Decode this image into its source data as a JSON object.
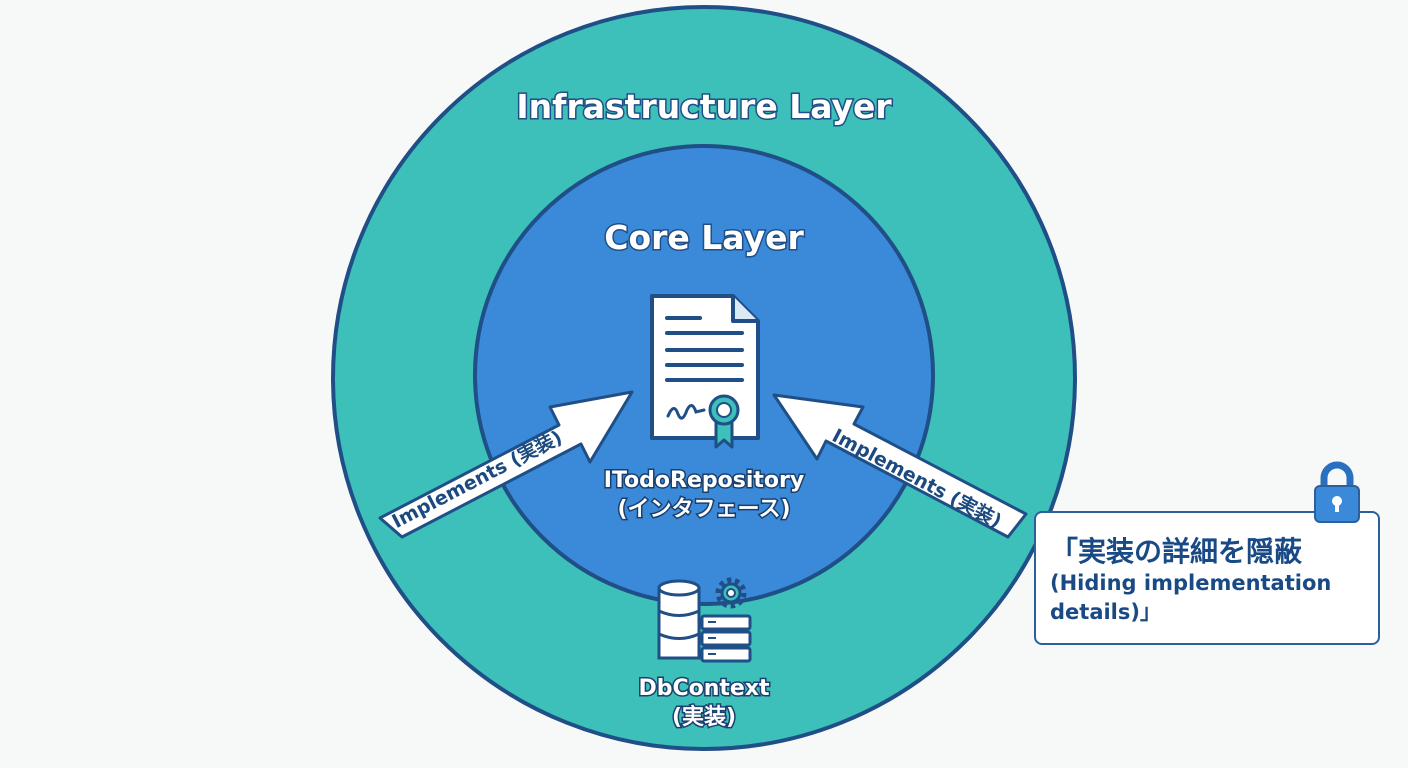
{
  "layers": {
    "outer": {
      "title": "Infrastructure Layer",
      "color": "#3dbfba"
    },
    "inner": {
      "title": "Core Layer",
      "color": "#3a8ad9"
    },
    "border_color": "#1f4f86"
  },
  "interface": {
    "icon": "contract-document-icon",
    "name": "ITodoRepository",
    "kind": "(インタフェース)"
  },
  "implementation": {
    "icon": "database-gear-icon",
    "name": "DbContext",
    "kind": "(実装)"
  },
  "arrows": [
    {
      "label": "Implements (実装)"
    },
    {
      "label": "Implements (実装)"
    }
  ],
  "callout": {
    "icon": "lock-icon",
    "line1": "「実装の詳細を隠蔽",
    "line2": "(Hiding implementation",
    "line3": "details)」"
  }
}
